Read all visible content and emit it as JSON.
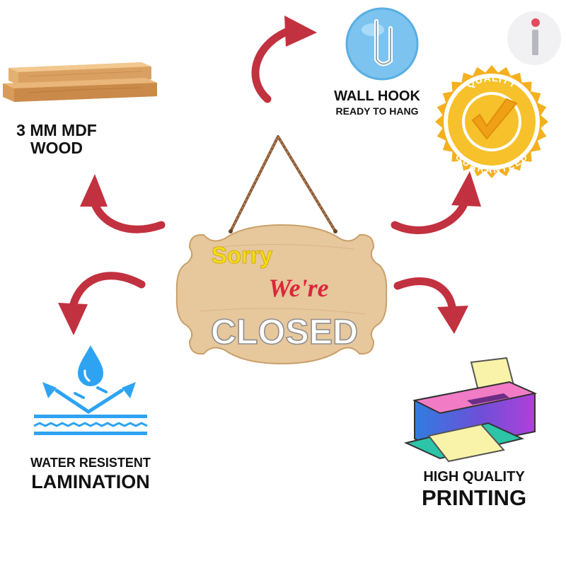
{
  "features": {
    "mdf": {
      "line1": "3 MM MDF",
      "line2": "WOOD"
    },
    "wall_hook": {
      "title": "WALL HOOK",
      "subtitle": "READY TO HANG"
    },
    "quality_badge": {
      "top_text": "QUALITY",
      "bottom_text": "GUARANTEED"
    },
    "lamination": {
      "line1": "WATER RESISTENT",
      "line2": "LAMINATION"
    },
    "printing": {
      "line1": "HIGH QUALITY",
      "line2": "PRINTING"
    }
  },
  "sign": {
    "line1": "Sorry",
    "line2": "We're",
    "line3": "CLOSED"
  },
  "brand_logo_letter": "i",
  "icons": [
    "wood-planks-icon",
    "wall-hook-icon",
    "quality-badge-icon",
    "water-drop-icon",
    "printer-icon",
    "curved-arrow-icon"
  ],
  "colors": {
    "arrow": "#c2313f",
    "wood": "#e7c79c",
    "badge_gold": "#f4b01e",
    "water_blue": "#2ea3f2",
    "sorry_yellow": "#f5dc1a",
    "were_red": "#d8283a",
    "hook_blue": "#7cc3f0"
  }
}
